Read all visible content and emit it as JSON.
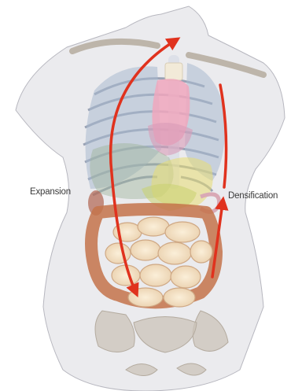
{
  "labels": {
    "left": "Expansion",
    "right": "Densification"
  },
  "colors": {
    "arrow": "#e0321e",
    "skin": "#d6d6d9",
    "bone": "#c9c1b6",
    "ribs": "#6f7d95",
    "lung": "#a9b9cf",
    "heart": "#f0a7bd",
    "liver": "#a2b39d",
    "stomach": "#e7d96a",
    "intestine": "#f3dfc4",
    "colon": "#c4734a",
    "kidney": "#b46c5a"
  },
  "icons": {
    "left_arrow": "curved-arrow-down",
    "right_arrow": "straight-arrow-up"
  }
}
